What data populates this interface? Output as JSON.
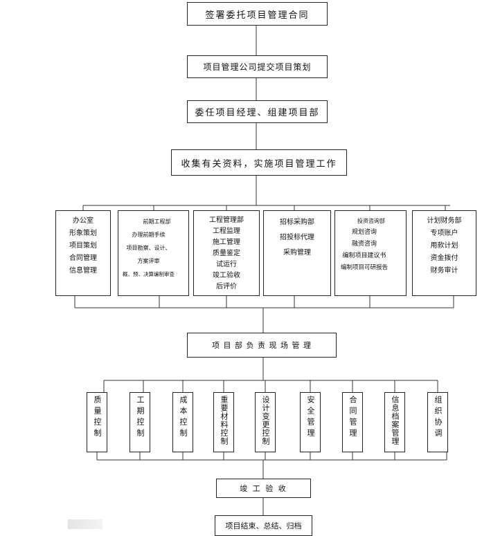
{
  "steps": {
    "s1": "签署委托项目管理合同",
    "s2": "项目管理公司提交项目策划",
    "s3": "委任项目经理、组建项目部",
    "s4": "收集有关资料，实施项目管理工作",
    "s5": "项 目 部 负 责 现 场 管 理",
    "s6": "竣 工 验 收",
    "s7": "项目结束、总结、归档"
  },
  "departments": [
    {
      "title": "办公室",
      "items": [
        "形象策划",
        "项目策划",
        "合同管理",
        "信息管理"
      ]
    },
    {
      "title": "前期工程部",
      "items": [
        "办理前期手续",
        "项目勘察、设计、",
        "方案评审",
        "概、预、决算编制审查"
      ]
    },
    {
      "title": "工程管理部",
      "items": [
        "工程监理",
        "施工管理",
        "质量鉴定",
        "试运行",
        "竣工验收",
        "后评价"
      ]
    },
    {
      "title": "招标采购部",
      "items": [
        "招投标代理",
        "采购管理"
      ]
    },
    {
      "title": "投资咨询部",
      "items": [
        "规划咨询",
        "融资咨询",
        "编制项目建议书",
        "编制项目可研报告"
      ]
    },
    {
      "title": "计划财务部",
      "items": [
        "专项账户",
        "用款计划",
        "资金拨付",
        "财务审计"
      ]
    }
  ],
  "controls": [
    "质量控制",
    "工期控制",
    "成本控制",
    "重要材料控制",
    "设计变更控制",
    "安全管理",
    "合同管理",
    "信息档案管理",
    "组织协调"
  ]
}
